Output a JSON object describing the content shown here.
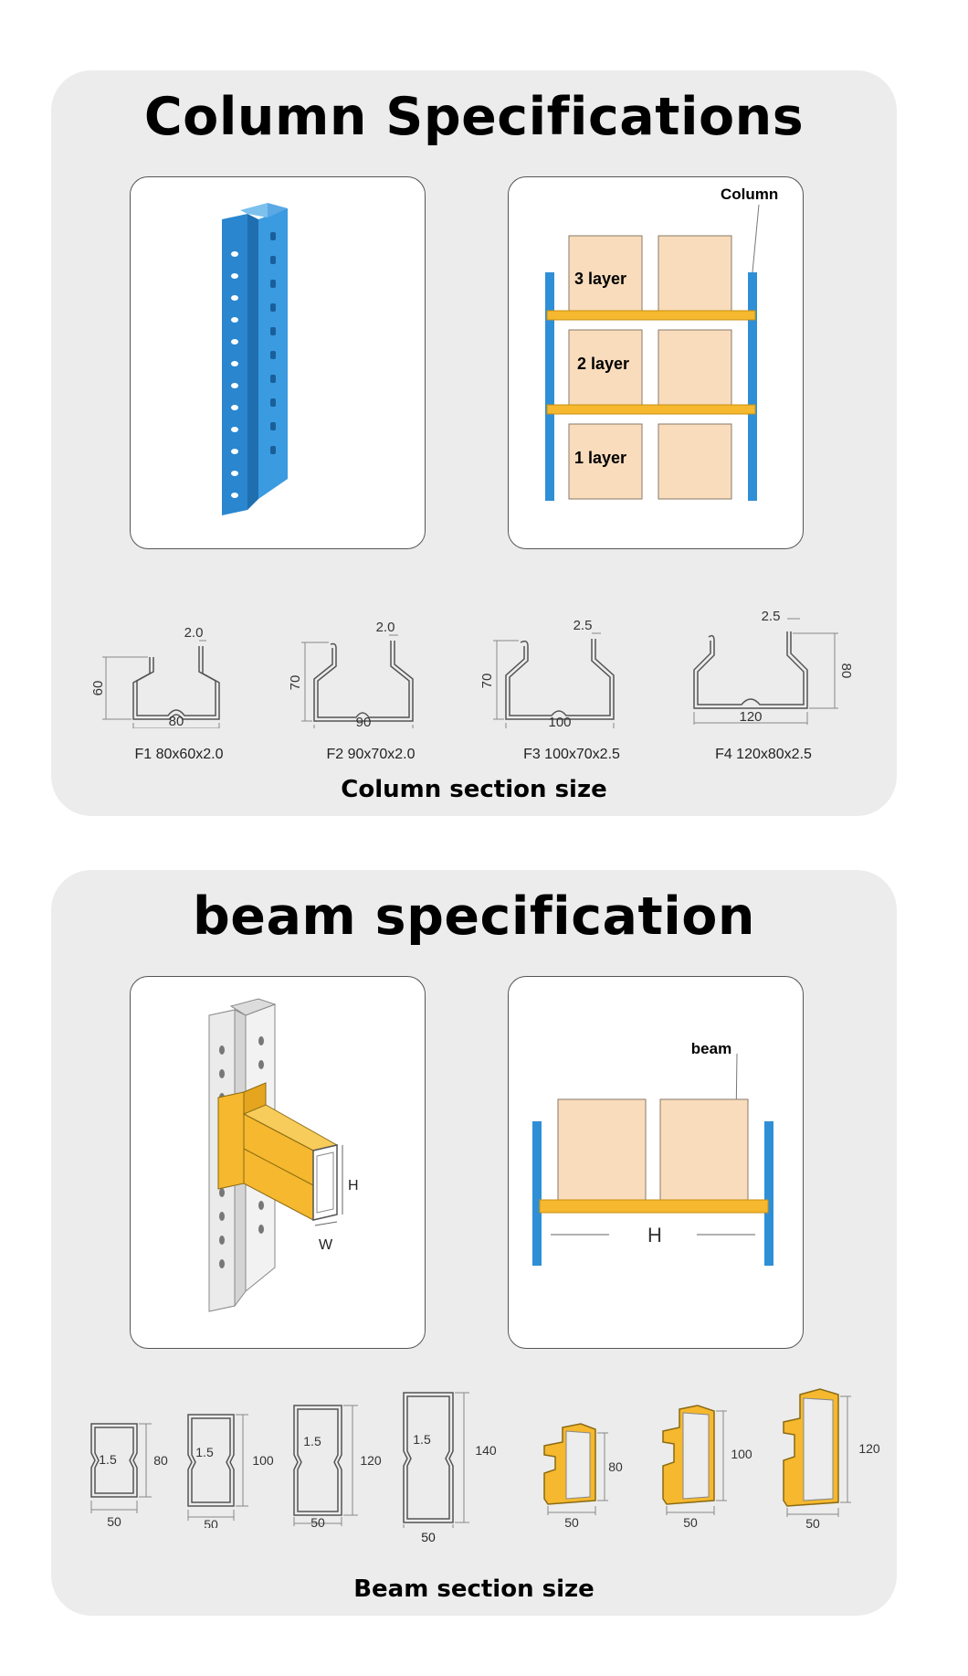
{
  "column_panel": {
    "title": "Column Specifications",
    "diagram": {
      "column_label": "Column",
      "layers": [
        "3 layer",
        "2 layer",
        "1 layer"
      ]
    },
    "sections": [
      {
        "caption": "F1 80x60x2.0",
        "width": "80",
        "height": "60",
        "thickness": "2.0"
      },
      {
        "caption": "F2 90x70x2.0",
        "width": "90",
        "height": "70",
        "thickness": "2.0"
      },
      {
        "caption": "F3 100x70x2.5",
        "width": "100",
        "height": "70",
        "thickness": "2.5"
      },
      {
        "caption": "F4 120x80x2.5",
        "width": "120",
        "height": "80",
        "thickness": "2.5"
      }
    ],
    "subtitle": "Column section size"
  },
  "beam_panel": {
    "title": "beam specification",
    "illustration": {
      "h_label": "H",
      "w_label": "W"
    },
    "diagram": {
      "beam_label": "beam",
      "h_label": "H"
    },
    "box_sections": [
      {
        "thickness": "1.5",
        "height": "80",
        "width": "50"
      },
      {
        "thickness": "1.5",
        "height": "100",
        "width": "50"
      },
      {
        "thickness": "1.5",
        "height": "120",
        "width": "50"
      },
      {
        "thickness": "1.5",
        "height": "140",
        "width": "50"
      }
    ],
    "step_sections": [
      {
        "height": "80",
        "width": "50"
      },
      {
        "height": "100",
        "width": "50"
      },
      {
        "height": "120",
        "width": "50"
      }
    ],
    "subtitle": "Beam section size"
  },
  "colors": {
    "upright_blue": "#2f8fd6",
    "beam_orange": "#f5b82e",
    "box_tan": "#f8dcbc",
    "panel_gray": "#ececec"
  }
}
